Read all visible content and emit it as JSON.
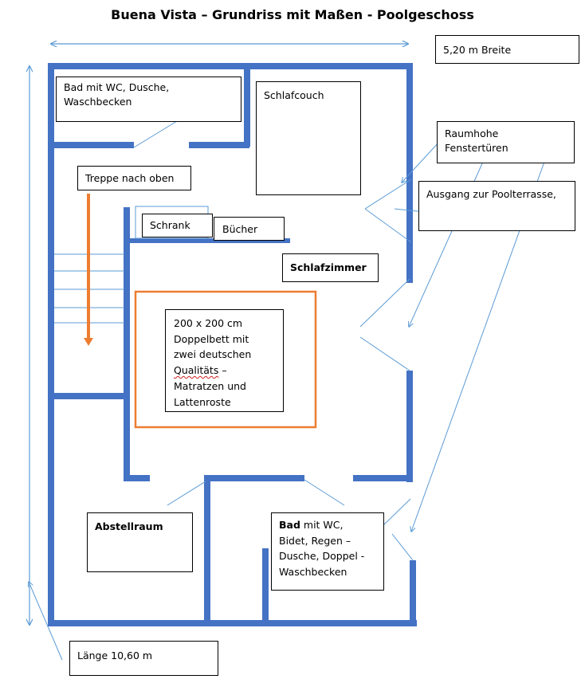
{
  "title": "Buena Vista – Grundriss mit Maßen - Poolgeschoss",
  "labels": {
    "breite": "5,20 m Breite",
    "laenge": "Länge 10,60 m",
    "bad_oben_1": "Bad mit WC, Dusche,",
    "bad_oben_2": "Waschbecken",
    "schlafcouch": "Schlafcouch",
    "treppe": "Treppe nach oben",
    "fenster_1": "Raumhohe",
    "fenster_2": "Fenstertüren",
    "ausgang": "Ausgang zur Poolterrasse,",
    "schrank": "Schrank",
    "buecher": "Bücher",
    "schlafzimmer": "Schlafzimmer",
    "bett_1": "200 x 200 cm",
    "bett_2": "Doppelbett mit",
    "bett_3": "zwei deutschen",
    "bett_4a": "Qualitäts",
    "bett_4b": " –",
    "bett_5": "Matratzen und",
    "bett_6": "Lattenroste",
    "abstellraum": "Abstellraum",
    "bad_unten_bold": "Bad",
    "bad_unten_1": " mit WC,",
    "bad_unten_2": "Bidet, Regen –",
    "bad_unten_3": "Dusche, Doppel -",
    "bad_unten_4": "Waschbecken"
  },
  "colors": {
    "wall": "#4472c4",
    "arrow": "#5b9bd5",
    "bed": "#ed7d31",
    "stair_arrow": "#ed7d31"
  }
}
